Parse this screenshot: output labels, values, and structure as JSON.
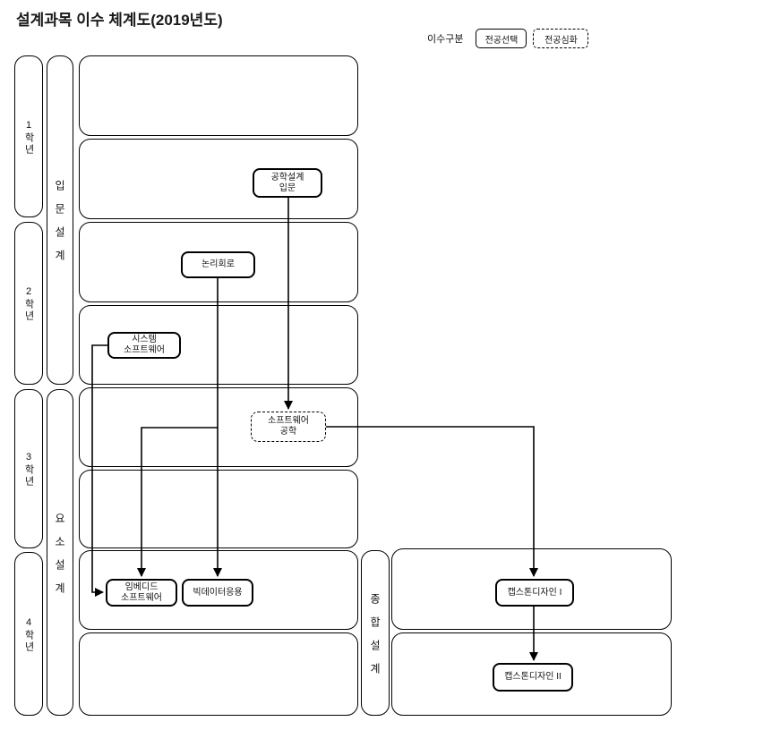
{
  "title": "설계과목 이수 체계도(2019년도)",
  "legend": {
    "label": "이수구분",
    "items": [
      {
        "label": "전공선택",
        "style": "solid"
      },
      {
        "label": "전공심화",
        "style": "dashed"
      }
    ]
  },
  "years": [
    {
      "label": "1학년"
    },
    {
      "label": "2학년"
    },
    {
      "label": "3학년"
    },
    {
      "label": "4학년"
    }
  ],
  "phases": [
    {
      "label": "입문설계"
    },
    {
      "label": "요소설계"
    },
    {
      "label": "종합설계"
    }
  ],
  "courses": [
    {
      "label": "공학설계\n입문",
      "style": "solid"
    },
    {
      "label": "논리회로",
      "style": "solid"
    },
    {
      "label": "시스템\n소프트웨어",
      "style": "solid"
    },
    {
      "label": "소프트웨어\n공학",
      "style": "dashed"
    },
    {
      "label": "임베디드\n소프트웨어",
      "style": "solid"
    },
    {
      "label": "빅데이터응용",
      "style": "solid"
    },
    {
      "label": "캡스톤디자인 I",
      "style": "solid"
    },
    {
      "label": "캡스톤디자인 II",
      "style": "solid"
    }
  ],
  "connections": [
    {
      "from": "공학설계 입문",
      "to": "소프트웨어 공학"
    },
    {
      "from": "논리회로",
      "to": "빅데이터응용"
    },
    {
      "from": "논리회로",
      "to": "임베디드 소프트웨어"
    },
    {
      "from": "시스템 소프트웨어",
      "to": "임베디드 소프트웨어"
    },
    {
      "from": "소프트웨어 공학",
      "to": "캡스톤디자인 I"
    },
    {
      "from": "캡스톤디자인 I",
      "to": "캡스톤디자인 II"
    }
  ],
  "colors": {
    "line": "#000000",
    "background": "#ffffff",
    "text": "#111111"
  }
}
